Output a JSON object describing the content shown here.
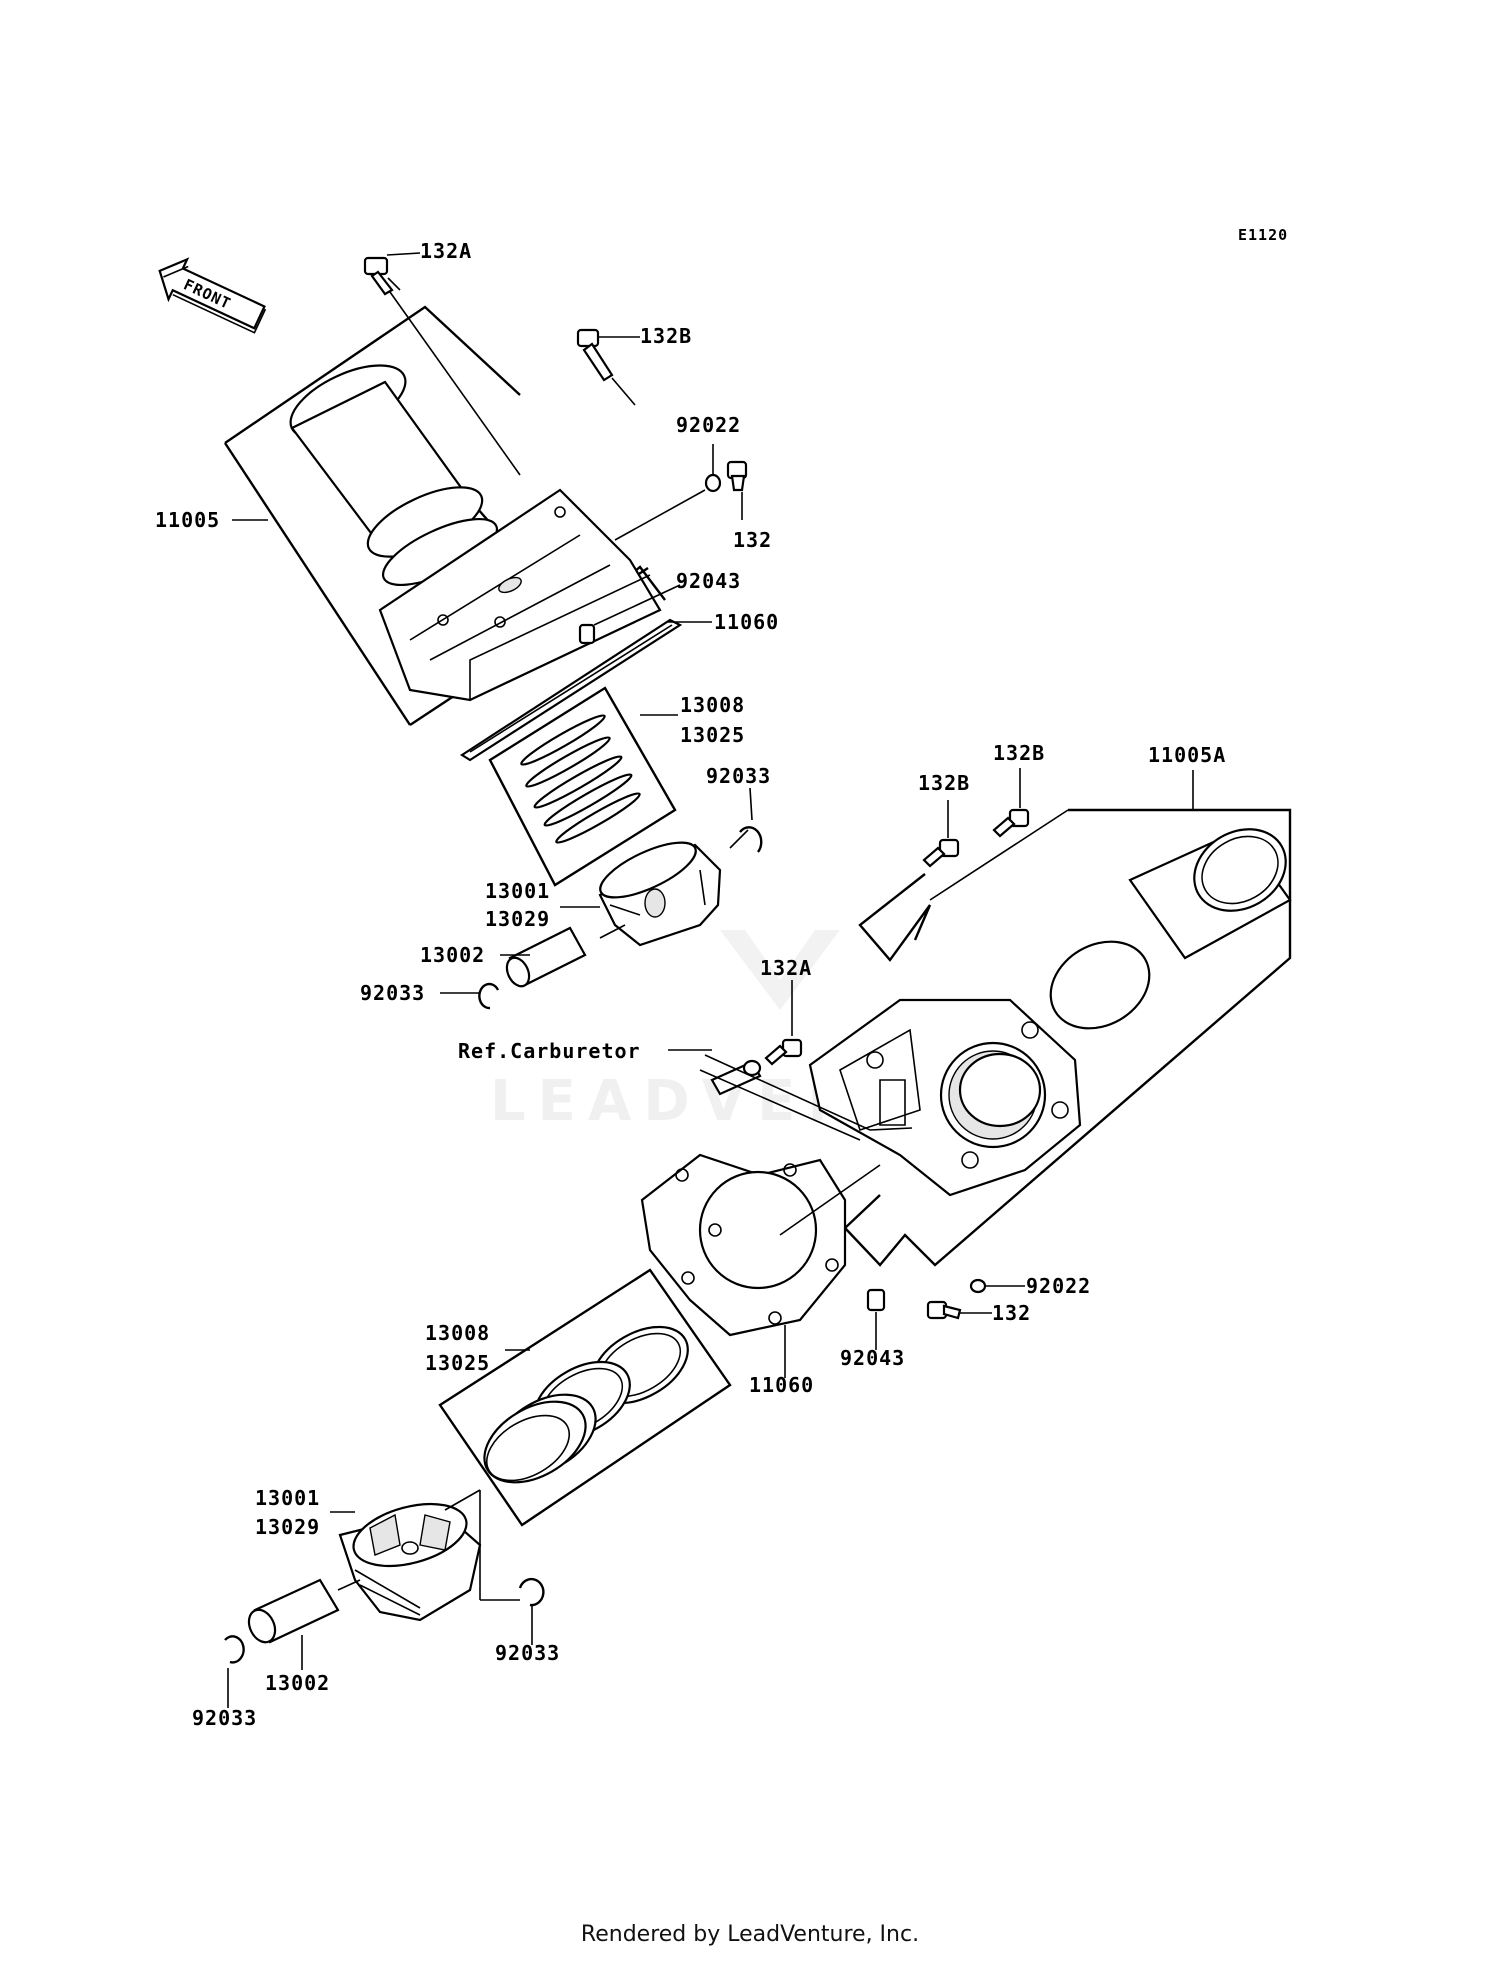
{
  "diagram_code": "E1120",
  "direction_arrow": {
    "label": "FRONT",
    "icon": "front-arrow-icon"
  },
  "watermark": "LEADVENTURE",
  "footer": "Rendered by LeadVenture, Inc.",
  "callouts": {
    "c132A_top": "132A",
    "c132B_top": "132B",
    "c92022_top": "92022",
    "c132_top": "132",
    "c11005": "11005",
    "c92043_top": "92043",
    "c11060_top": "11060",
    "c13008_top": "13008",
    "c13025_top": "13025",
    "c92033_top_right": "92033",
    "c13001_top": "13001",
    "c13029_top": "13029",
    "c13002_top": "13002",
    "c92033_top_left": "92033",
    "c132B_r1": "132B",
    "c132B_r2": "132B",
    "c11005A": "11005A",
    "c132A_mid": "132A",
    "ref_carburetor": "Ref.Carburetor",
    "c92022_bot": "92022",
    "c132_bot": "132",
    "c92043_bot": "92043",
    "c11060_bot": "11060",
    "c13008_bot": "13008",
    "c13025_bot": "13025",
    "c13001_bot": "13001",
    "c13029_bot": "13029",
    "c92033_bot_right": "92033",
    "c13002_bot": "13002",
    "c92033_bot_left": "92033"
  }
}
